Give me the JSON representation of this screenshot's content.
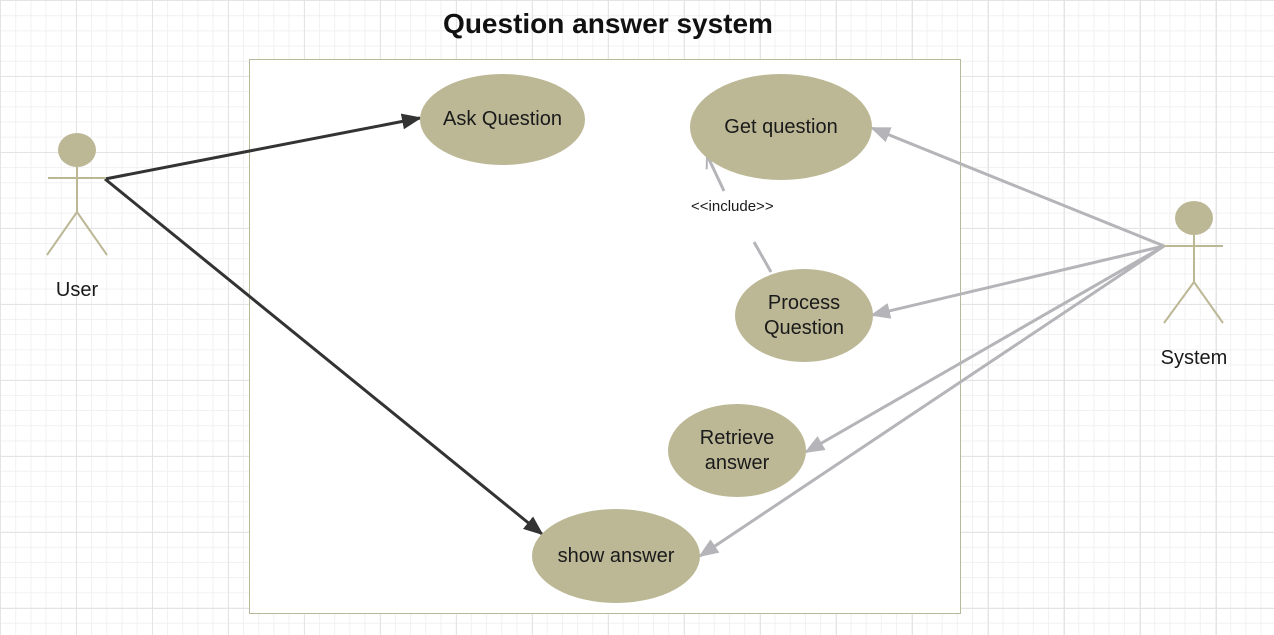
{
  "diagram": {
    "title": "Question answer system",
    "actors": {
      "user": {
        "label": "User"
      },
      "system": {
        "label": "System"
      }
    },
    "use_cases": {
      "ask_question": {
        "label": "Ask Question"
      },
      "get_question": {
        "label": "Get question"
      },
      "process_question": {
        "label": "Process\nQuestion"
      },
      "retrieve_answer": {
        "label": "Retrieve\nanswer"
      },
      "show_answer": {
        "label": "show answer"
      }
    },
    "include_label": "<<include>>",
    "colors": {
      "use_case_fill": "#bcb896",
      "actor_fill": "#bcb896",
      "user_association": "#333333",
      "system_association": "#b5b5b9"
    }
  }
}
